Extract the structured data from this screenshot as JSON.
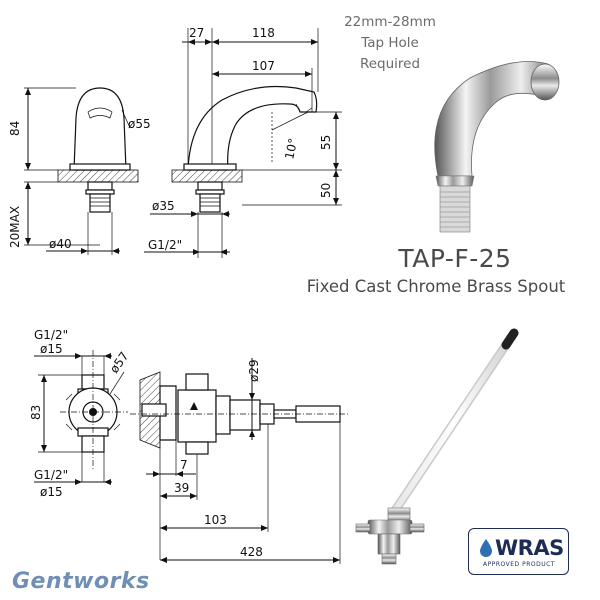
{
  "header_note": {
    "line1": "22mm-28mm",
    "line2": "Tap Hole",
    "line3": "Required"
  },
  "product": {
    "code": "TAP-F-25",
    "description": "Fixed Cast Chrome Brass Spout"
  },
  "brand": "Gentworks",
  "badge": {
    "main": "WRAS",
    "sub": "APPROVED PRODUCT"
  },
  "top_dims": {
    "height_84": "84",
    "dia_55": "ø55",
    "max_20": "20MAX",
    "dia_40": "ø40",
    "w_27": "27",
    "w_118": "118",
    "w_107": "107",
    "angle": "10°",
    "h_55": "55",
    "h_50": "50",
    "dia_35": "ø35",
    "thread": "G1/2\""
  },
  "bottom_dims": {
    "top_thread": "G1/2\"",
    "top_dia": "ø15",
    "dia_57": "ø57",
    "h_83": "83",
    "bot_thread": "G1/2\"",
    "bot_dia": "ø15",
    "dia_29": "ø29",
    "d_7": "7",
    "d_39": "39",
    "d_103": "103",
    "d_428": "428"
  },
  "colors": {
    "brand": "#6f8fb5",
    "badge": "#1e2c55",
    "text_gray": "#6b6b6b"
  }
}
